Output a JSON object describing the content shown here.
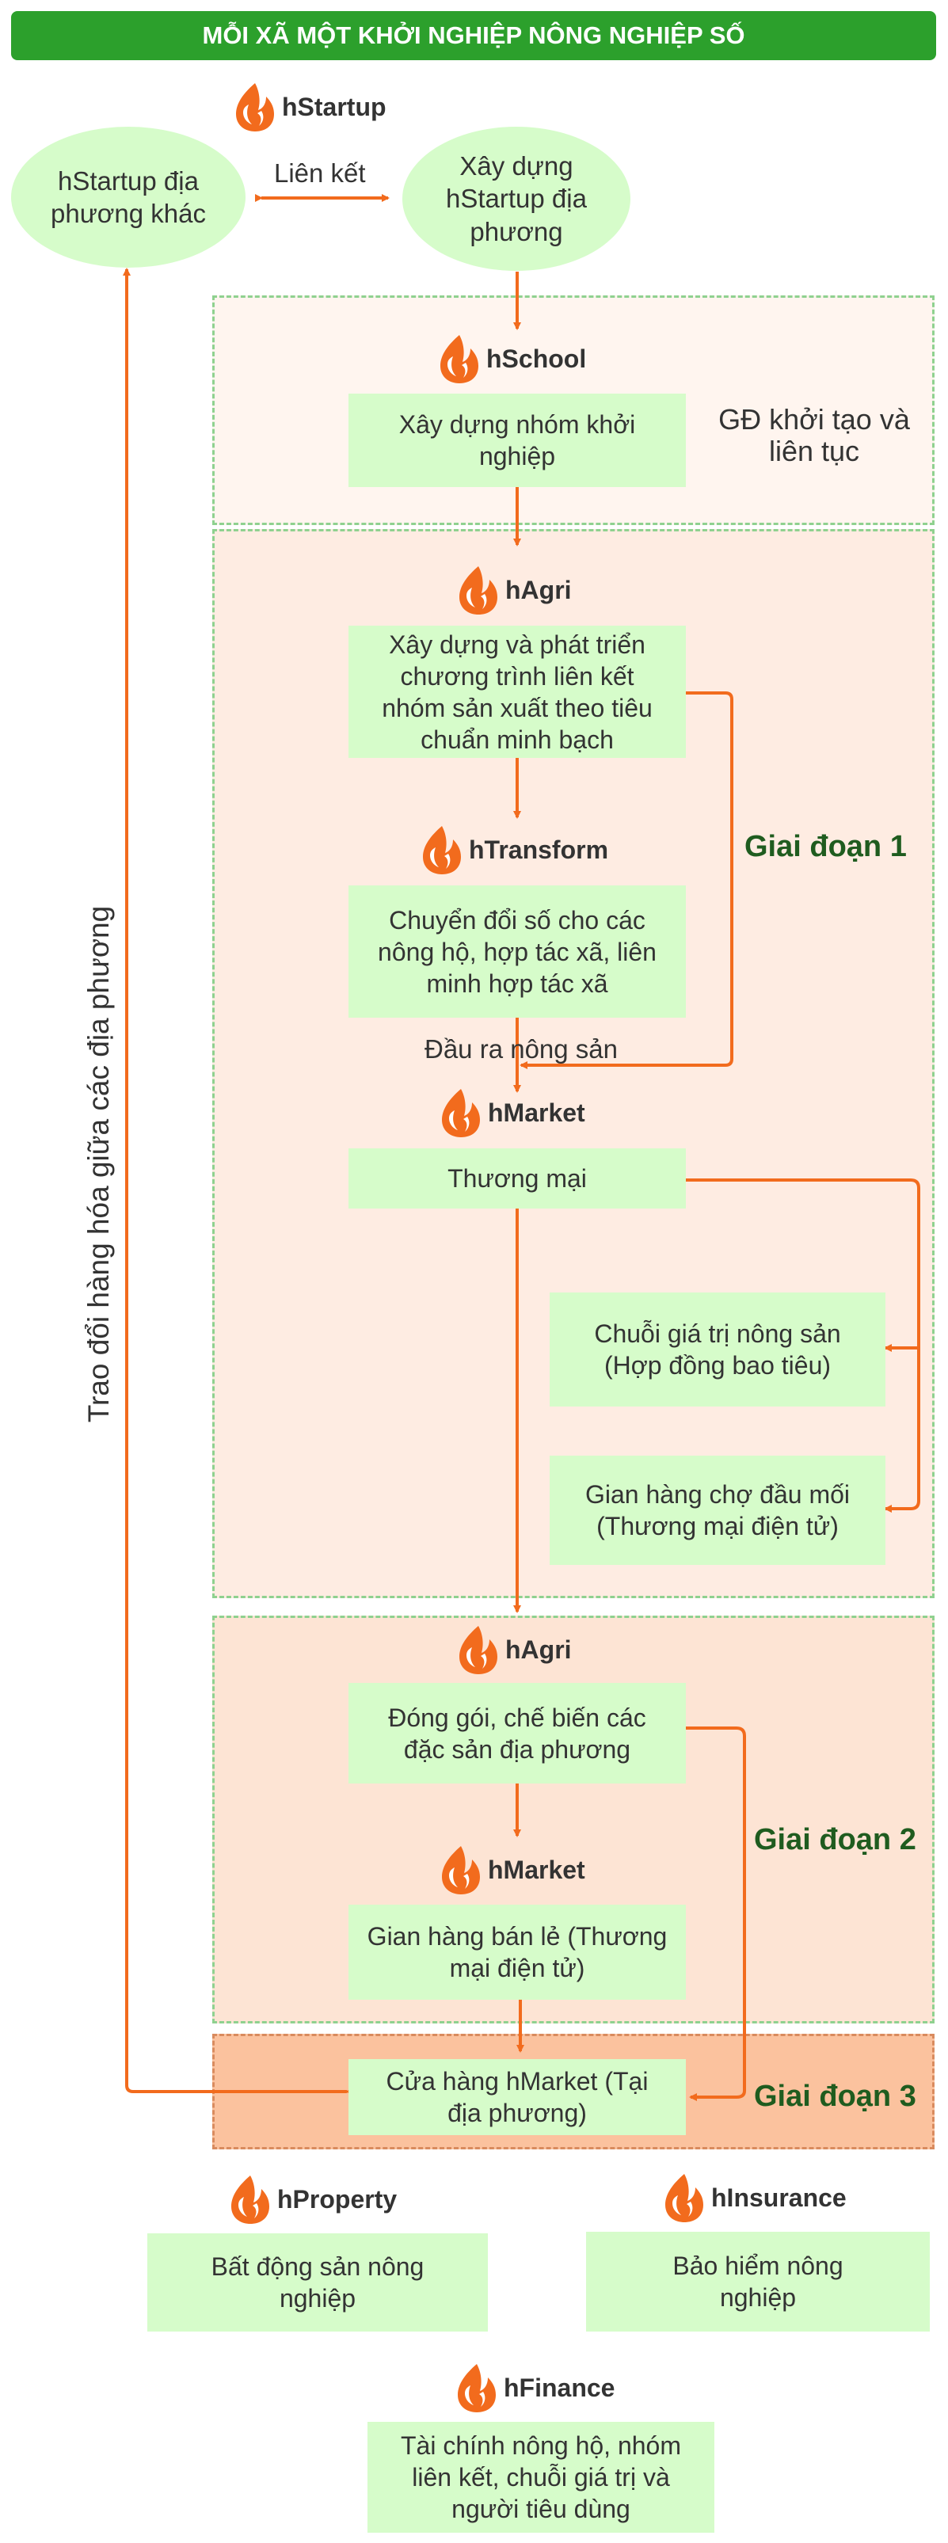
{
  "title": "MỖI XÃ MỘT KHỞI NGHIỆP NÔNG NGHIỆP SỐ",
  "colors": {
    "title_bg": "#2ca02c",
    "box": "#d6fcca",
    "arrow": "#f26b1d",
    "brand_flame": "#f26b1d",
    "stage_label": "#1f5c1f"
  },
  "brand_icon": "flame-logo-icon",
  "top": {
    "brand": "hStartup",
    "left_node": "hStartup địa phương khác",
    "link_label": "Liên kết",
    "right_node": "Xây dựng hStartup địa phương"
  },
  "side_label": "Trao đổi hàng hóa giữa các địa phương",
  "init_stage": {
    "label": "GĐ khởi tạo và liên tục",
    "brand": "hSchool",
    "box": "Xây dựng nhóm khởi nghiệp"
  },
  "stage1": {
    "label": "Giai đoạn 1",
    "agri_brand": "hAgri",
    "agri_box": "Xây dựng và phát triển chương trình liên kết nhóm sản xuất theo tiêu chuẩn minh bạch",
    "transform_brand": "hTransform",
    "transform_box": "Chuyển đổi số cho các nông hộ, hợp tác xã, liên minh hợp tác xã",
    "output_label": "Đầu ra nông sản",
    "market_brand": "hMarket",
    "market_box": "Thương mại",
    "value_chain_box": "Chuỗi giá trị nông sản (Hợp đồng bao tiêu)",
    "wholesale_box": "Gian hàng chợ đầu mối (Thương mại điện tử)"
  },
  "stage2": {
    "label": "Giai đoạn 2",
    "agri_brand": "hAgri",
    "packaging_box": "Đóng gói, chế biến các đặc sản địa phương",
    "market_brand": "hMarket",
    "retail_box": "Gian hàng bán lẻ (Thương mại điện tử)"
  },
  "stage3": {
    "label": "Giai đoạn 3",
    "store_box": "Cửa hàng hMarket (Tại địa phương)"
  },
  "services": {
    "property_brand": "hProperty",
    "property_box": "Bất động sản nông nghiệp",
    "insurance_brand": "hInsurance",
    "insurance_box": "Bảo hiểm nông nghiệp",
    "finance_brand": "hFinance",
    "finance_box": "Tài chính nông hộ, nhóm liên kết, chuỗi giá trị và người tiêu dùng"
  }
}
